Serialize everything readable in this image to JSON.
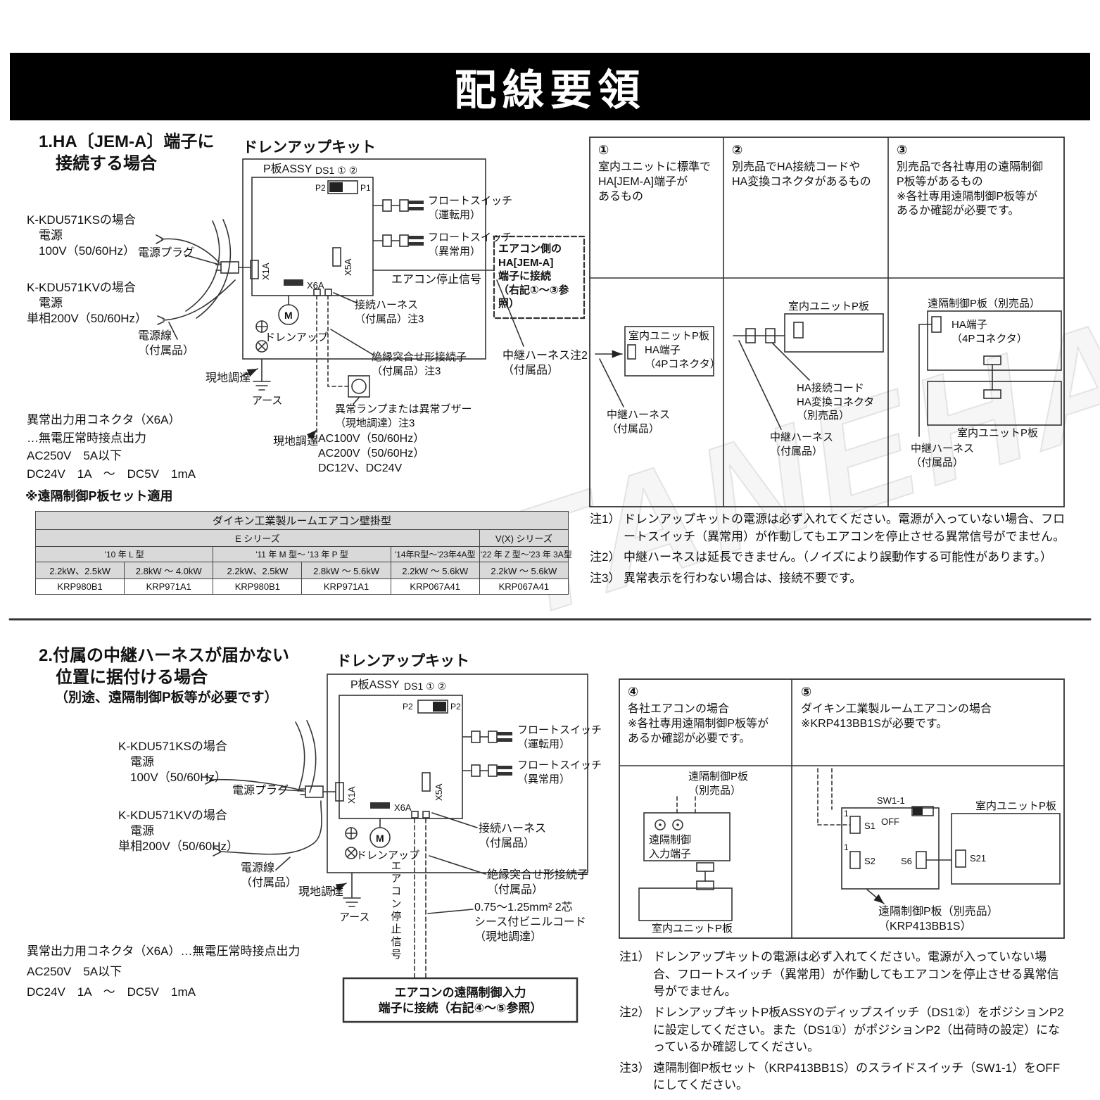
{
  "header": {
    "title": "配線要領"
  },
  "watermark": "TANEHA",
  "section1": {
    "heading": "1.HA〔JEM-A〕端子に\n　接続する場合",
    "d": {
      "kit": "ドレンアップキット",
      "pboard": "P板ASSY",
      "ds1": "DS1 ① ②",
      "p2": "P2",
      "p1": "P1",
      "float_run": "フロートスイッチ\n（運転用）",
      "float_err": "フロートスイッチ\n（異常用）",
      "x1a": "X1A",
      "x5a": "X5A",
      "x6a": "X6A",
      "stop": "エアコン停止信号",
      "harness": "接続ハーネス\n（付属品）注3",
      "splice": "絶縁突合せ形接続子\n（付属品）注3",
      "motor": "M",
      "drainup": "ドレンアップ",
      "field_ground": "現地調達",
      "earth": "アース",
      "lamp": "異常ランプまたは異常ブザー\n（現地調達）注3",
      "field_lamp": "現地調達",
      "volts": "AC100V（50/60Hz）\nAC200V（50/60Hz）\nDC12V、DC24V",
      "ks": "K-KDU571KSの場合\n　電源\n　100V（50/60Hz）",
      "plug": "電源プラグ",
      "kv": "K-KDU571KVの場合\n　電源\n単相200V（50/60Hz）",
      "cord": "電源線\n（付属品）",
      "ha_box": "エアコン側の\nHA[JEM-A]\n端子に接続\n（右記①～③参照）",
      "relay": "中継ハーネス注2\n（付属品）",
      "x6a_spec": "異常出力用コネクタ（X6A）\n…無電圧常時接点出力\nAC250V　5A以下\nDC24V　1A　～　DC5V　1mA"
    },
    "table": {
      "caption": "※遠隔制御P板セット適用",
      "title": "ダイキン工業製ルームエアコン壁掛型",
      "series_e": "E シリーズ",
      "series_vx": "V(X) シリーズ",
      "models": [
        "'10 年 L 型",
        "'11 年 M 型～ '13 年 P 型",
        "'14年R型～'23年4A型",
        "'22 年 Z 型～'23 年 3A型"
      ],
      "capacities": [
        "2.2kW、2.5kW",
        "2.8kW ～ 4.0kW",
        "2.2kW、2.5kW",
        "2.8kW ～ 5.6kW",
        "2.2kW ～ 5.6kW",
        "2.2kW ～ 5.6kW"
      ],
      "parts": [
        "KRP980B1",
        "KRP971A1",
        "KRP980B1",
        "KRP971A1",
        "KRP067A41",
        "KRP067A41"
      ]
    },
    "panel": {
      "items": [
        {
          "num": "①",
          "desc": "室内ユニットに標準で\nHA[JEM-A]端子が\nあるもの"
        },
        {
          "num": "②",
          "desc": "別売品でHA接続コードや\nHA変換コネクタがあるもの"
        },
        {
          "num": "③",
          "desc": "別売品で各社専用の遠隔制御\nP板等があるもの\n※各社専用遠隔制御P板等が\nあるか確認が必要です。"
        }
      ],
      "d1": {
        "unit_board": "室内ユニットP板",
        "ha_terminal": "HA端子\n（4Pコネクタ）",
        "relay": "中継ハーネス\n（付属品）"
      },
      "d2": {
        "unit_board": "室内ユニットP板",
        "ha_cord": "HA接続コード\nHA変換コネクタ\n（別売品）",
        "relay": "中継ハーネス\n（付属品）"
      },
      "d3": {
        "remote_board": "遠隔制御P板（別売品）",
        "ha_terminal": "HA端子\n（4Pコネクタ）",
        "unit_board": "室内ユニットP板",
        "relay": "中継ハーネス\n（付属品）"
      }
    },
    "notes": [
      {
        "label": "注1）",
        "text": "ドレンアップキットの電源は必ず入れてください。電源が入っていない場合、フロートスイッチ（異常用）が作動してもエアコンを停止させる異常信号がでません。"
      },
      {
        "label": "注2）",
        "text": "中継ハーネスは延長できません。（ノイズにより誤動作する可能性があります。）"
      },
      {
        "label": "注3）",
        "text": "異常表示を行わない場合は、接続不要です。"
      }
    ]
  },
  "section2": {
    "heading": "2.付属の中継ハーネスが届かない\n　位置に据付ける場合",
    "subheading": "（別途、遠隔制御P板等が必要です）",
    "d": {
      "kit": "ドレンアップキット",
      "pboard": "P板ASSY",
      "ds1": "DS1 ① ②",
      "p2l": "P2",
      "p2r": "P2",
      "float_run": "フロートスイッチ\n（運転用）",
      "float_err": "フロートスイッチ\n（異常用）",
      "x1a": "X1A",
      "x5a": "X5A",
      "x6a": "X6A",
      "harness": "接続ハーネス\n（付属品）",
      "splice": "絶縁突合せ形接続子\n（付属品）",
      "motor": "M",
      "drainup": "ドレンアップ",
      "field_ground": "現地調達",
      "earth": "アース",
      "stop_vertical": "エアコン停止信号",
      "cord_spec": "0.75～1.25mm² 2芯\nシース付ビニルコード\n（現地調達）",
      "remote_box": "エアコンの遠隔制御入力\n端子に接続（右記④～⑤参照）",
      "ks": "K-KDU571KSの場合\n　電源\n　100V（50/60Hz）",
      "plug": "電源プラグ",
      "kv": "K-KDU571KVの場合\n　電源\n単相200V（50/60Hz）",
      "cord": "電源線\n（付属品）",
      "x6a_spec": "異常出力用コネクタ（X6A）…無電圧常時接点出力\nAC250V　5A以下\nDC24V　1A　～　DC5V　1mA"
    },
    "panel": {
      "items": [
        {
          "num": "④",
          "desc": "各社エアコンの場合\n※各社専用遠隔制御P板等が\nあるか確認が必要です。"
        },
        {
          "num": "⑤",
          "desc": "ダイキン工業製ルームエアコンの場合\n※KRP413BB1Sが必要です。"
        }
      ],
      "d4": {
        "remote_board": "遠隔制御P板\n（別売品）",
        "input_terminal": "遠隔制御\n入力端子",
        "unit_board": "室内ユニットP板"
      },
      "d5": {
        "one_a": "1",
        "one_b": "1",
        "sw": "SW1-1",
        "off": "OFF",
        "s1": "S1",
        "s2": "S2",
        "s6": "S6",
        "s21": "S21",
        "unit_board": "室内ユニットP板",
        "remote_board": "遠隔制御P板（別売品）\n（KRP413BB1S）"
      }
    },
    "notes": [
      {
        "label": "注1）",
        "text": "ドレンアップキットの電源は必ず入れてください。電源が入っていない場合、フロートスイッチ（異常用）が作動してもエアコンを停止させる異常信号がでません。"
      },
      {
        "label": "注2）",
        "text": "ドレンアップキットP板ASSYのディップスイッチ（DS1②）をポジションP2に設定してください。また（DS1①）がポジションP2（出荷時の設定）になっているか確認してください。"
      },
      {
        "label": "注3）",
        "text": "遠隔制御P板セット（KRP413BB1S）のスライドスイッチ（SW1-1）をOFFにしてください。"
      }
    ]
  }
}
